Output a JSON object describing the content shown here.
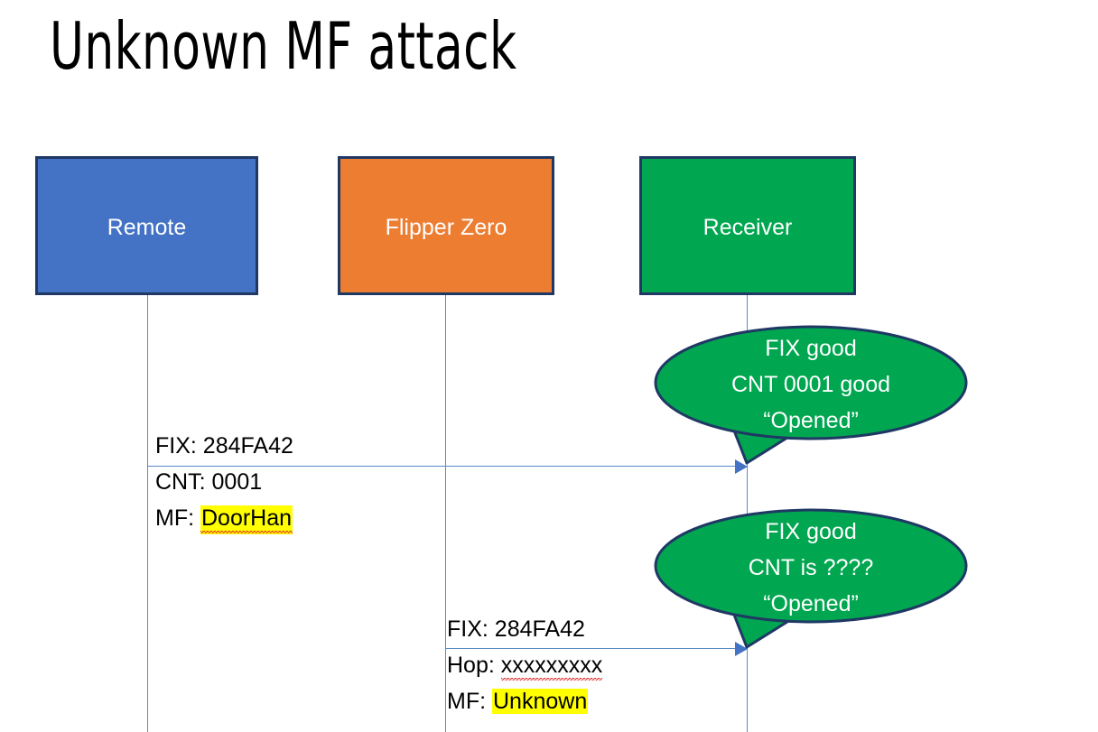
{
  "slide": {
    "title": "Unknown MF attack",
    "background": "#FFFFFF"
  },
  "colors": {
    "remote_fill": "#4472C4",
    "flipper_fill": "#ED7D31",
    "receiver_fill": "#00A650",
    "box_border": "#1F3864",
    "lifeline": "#5B89C4",
    "arrow": "#4472C4",
    "bubble_fill": "#00A650",
    "bubble_border": "#1F3864",
    "highlight": "#FFFF00",
    "spellcheck_underline": "#E03030",
    "text_dark": "#000000",
    "text_light": "#FFFFFF"
  },
  "actors": [
    {
      "id": "remote",
      "label": "Remote"
    },
    {
      "id": "flipper",
      "label": "Flipper Zero"
    },
    {
      "id": "receiver",
      "label": "Receiver"
    }
  ],
  "messages": [
    {
      "id": "msg-1",
      "from": "remote",
      "to": "receiver",
      "lines": [
        {
          "label": "FIX:",
          "value": "284FA42",
          "highlight": false,
          "spellcheck": false
        },
        {
          "label": "CNT:",
          "value": "0001",
          "highlight": false,
          "spellcheck": false
        },
        {
          "label": "MF:",
          "value": "DoorHan",
          "highlight": true,
          "spellcheck": true
        }
      ]
    },
    {
      "id": "msg-2",
      "from": "flipper",
      "to": "receiver",
      "lines": [
        {
          "label": "FIX:",
          "value": "284FA42",
          "highlight": false,
          "spellcheck": false
        },
        {
          "label": "Hop:",
          "value": "xxxxxxxxx",
          "highlight": false,
          "spellcheck": true
        },
        {
          "label": "MF:",
          "value": "Unknown",
          "highlight": true,
          "spellcheck": false
        }
      ]
    }
  ],
  "bubbles": [
    {
      "id": "bubble-1",
      "lines": [
        "FIX good",
        "CNT 0001 good",
        "“Opened”"
      ]
    },
    {
      "id": "bubble-2",
      "lines": [
        "FIX good",
        "CNT is ????",
        "“Opened”"
      ]
    }
  ]
}
